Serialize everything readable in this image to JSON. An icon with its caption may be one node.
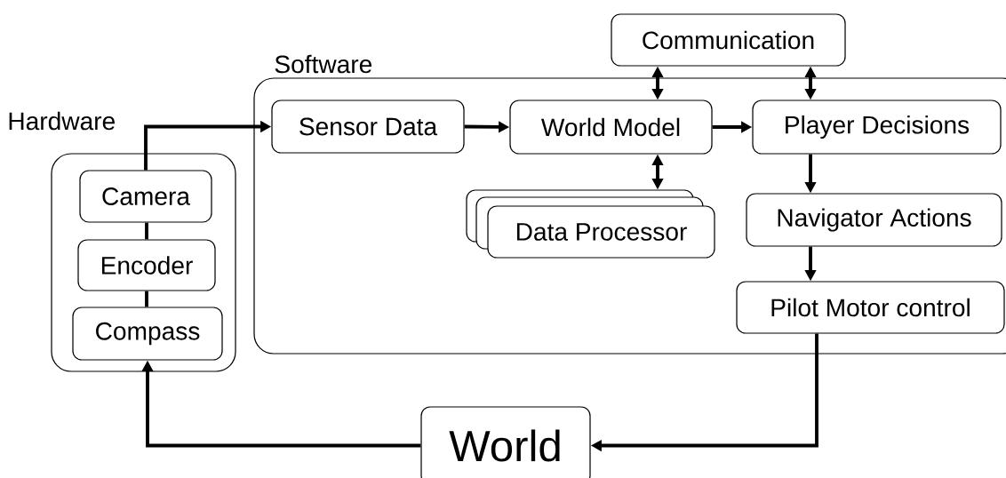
{
  "diagram": {
    "nodes": [
      {
        "text": [
          "Hardware"
        ]
      },
      {
        "text": [
          "Camera"
        ],
        "in": 0
      },
      {
        "text": [
          "Encoder"
        ],
        "in": 0
      },
      {
        "text": [
          "Compass"
        ],
        "in": 0
      },
      {
        "text": [
          "Software"
        ]
      },
      {
        "text": [
          "Sensor Data"
        ],
        "in": 4
      },
      {
        "text": [
          "World Model"
        ],
        "in": 4
      },
      {
        "text": [
          "Player Decisions"
        ],
        "in": 4
      },
      {
        "text": [
          "Data Processor"
        ],
        "in": 4
      },
      {
        "text": [
          "Navigator Actions"
        ],
        "in": 4
      },
      {
        "text": [
          "Pilot Motor control"
        ],
        "in": 4
      },
      {
        "text": [
          "Communication"
        ]
      },
      {
        "text": [
          "World"
        ]
      }
    ],
    "edges": [
      {
        "from": 1,
        "to": 5,
        "arrow": "to"
      },
      {
        "from": 1,
        "to": 2,
        "arrow": "none"
      },
      {
        "from": 2,
        "to": 3,
        "arrow": "none"
      },
      {
        "from": 5,
        "to": 6,
        "arrow": "to"
      },
      {
        "from": 6,
        "to": 7,
        "arrow": "to"
      },
      {
        "from": 11,
        "to": 6,
        "arrow": "both"
      },
      {
        "from": 11,
        "to": 7,
        "arrow": "both"
      },
      {
        "from": 6,
        "to": 8,
        "arrow": "both"
      },
      {
        "from": 7,
        "to": 9,
        "arrow": "to"
      },
      {
        "from": 9,
        "to": 10,
        "arrow": "to"
      },
      {
        "from": 10,
        "to": 12,
        "arrow": "to"
      },
      {
        "from": 12,
        "to": 3,
        "arrow": "to"
      }
    ]
  }
}
